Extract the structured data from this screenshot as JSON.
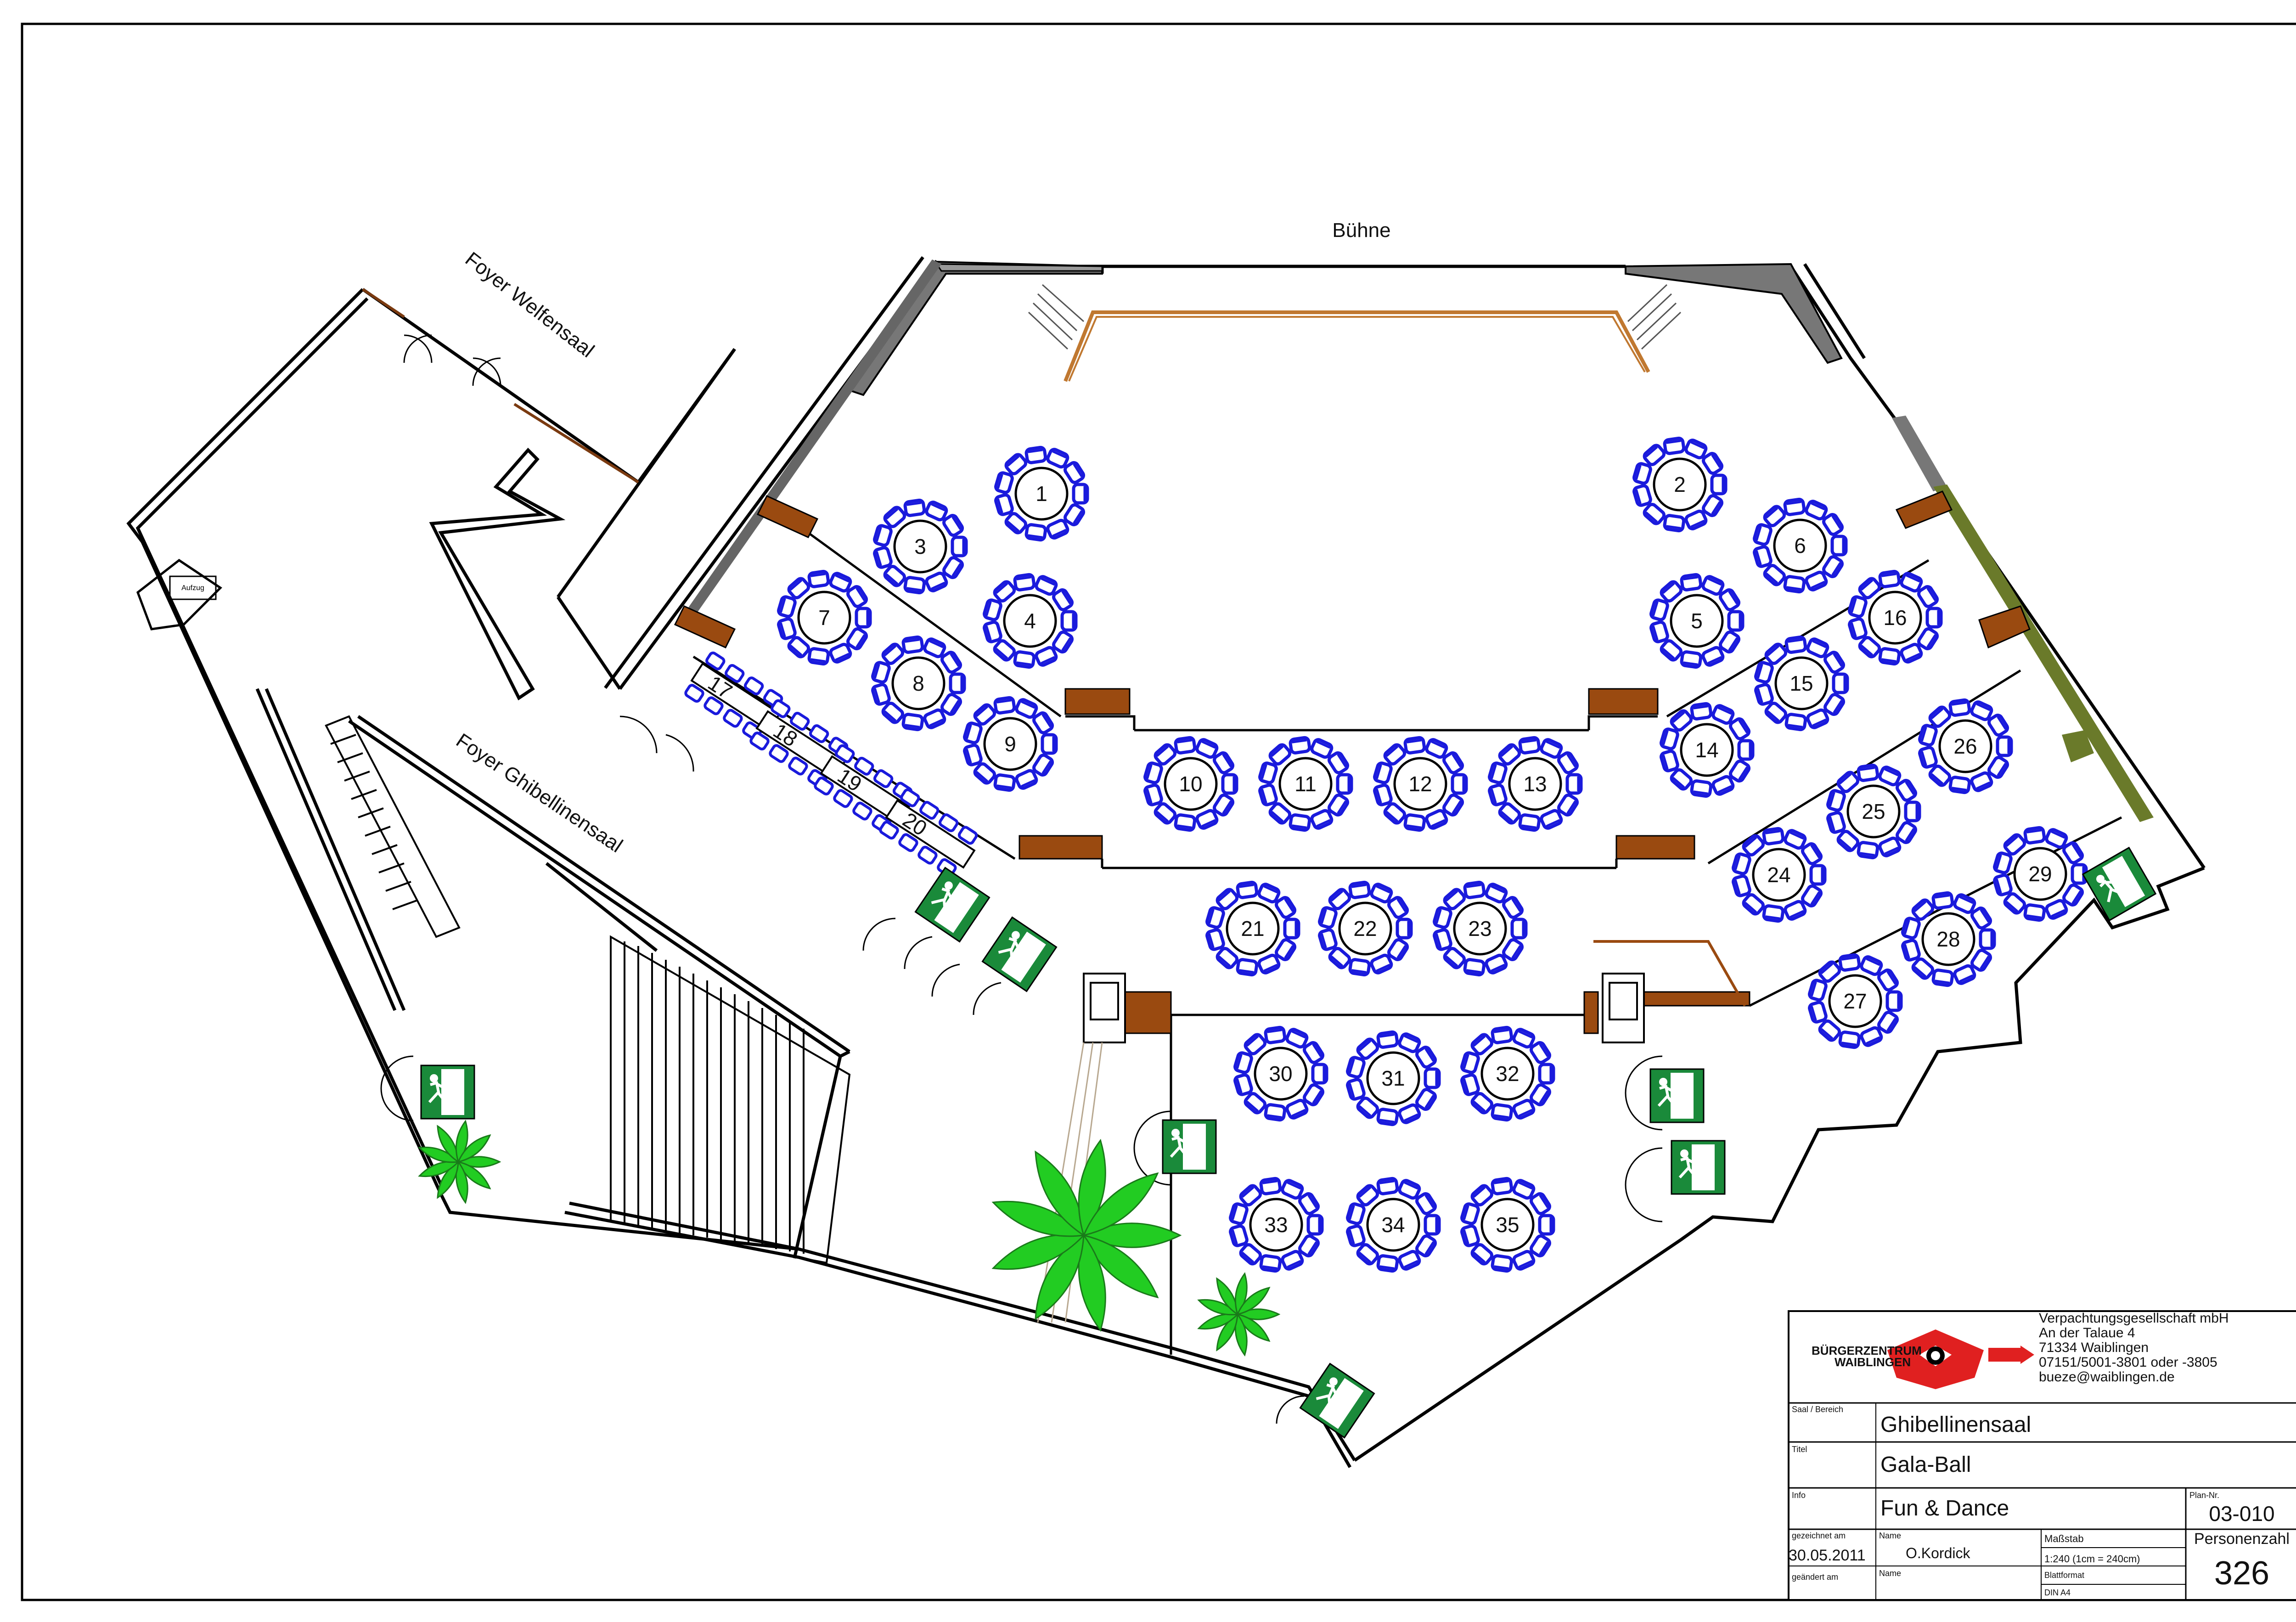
{
  "labels": {
    "stage": "Bühne",
    "foyer_welfen": "Foyer Welfensaal",
    "foyer_ghibellinen": "Foyer Ghibellinensaal",
    "aufzug": "Aufzug"
  },
  "tables": [
    {
      "id": "1"
    },
    {
      "id": "2"
    },
    {
      "id": "3"
    },
    {
      "id": "4"
    },
    {
      "id": "5"
    },
    {
      "id": "6"
    },
    {
      "id": "7"
    },
    {
      "id": "8"
    },
    {
      "id": "9"
    },
    {
      "id": "10"
    },
    {
      "id": "11"
    },
    {
      "id": "12"
    },
    {
      "id": "13"
    },
    {
      "id": "14"
    },
    {
      "id": "15"
    },
    {
      "id": "16"
    },
    {
      "id": "21"
    },
    {
      "id": "22"
    },
    {
      "id": "23"
    },
    {
      "id": "24"
    },
    {
      "id": "25"
    },
    {
      "id": "26"
    },
    {
      "id": "27"
    },
    {
      "id": "28"
    },
    {
      "id": "29"
    },
    {
      "id": "30"
    },
    {
      "id": "31"
    },
    {
      "id": "32"
    },
    {
      "id": "33"
    },
    {
      "id": "34"
    },
    {
      "id": "35"
    }
  ],
  "bench_tables": [
    {
      "id": "17"
    },
    {
      "id": "18"
    },
    {
      "id": "19"
    },
    {
      "id": "20"
    }
  ],
  "colors": {
    "chairs": "#1a1adc",
    "walls": "#000000",
    "stage_edge": "#c07830",
    "wood": "#9a4a10",
    "exit_sign": "#1a8a3a",
    "plant": "#22cc22",
    "logo_red": "#e02020",
    "wall_gray": "#666666",
    "olive": "#6a7a2a"
  },
  "icons": {
    "exit": "emergency-exit-sign-icon",
    "plant": "palm-plant-icon",
    "chair": "chair-icon",
    "logo": "buergerzentrum-logo-icon"
  },
  "title_block": {
    "logo_line1": "BÜRGERZENTRUM",
    "logo_line2": "WAIBLINGEN",
    "address": [
      "Verpachtungsgesellschaft mbH",
      "An der Talaue 4",
      "71334 Waiblingen",
      "07151/5001-3801 oder -3805",
      "bueze@waiblingen.de"
    ],
    "saal_label": "Saal / Bereich",
    "saal_value": "Ghibellinensaal",
    "titel_label": "Titel",
    "titel_value": "Gala-Ball",
    "info_label": "Info",
    "info_value": "Fun & Dance",
    "plan_nr_label": "Plan-Nr.",
    "plan_nr_value": "03-010",
    "gezeichnet_label": "gezeichnet am",
    "gezeichnet_value": "30.05.2011",
    "name_label": "Name",
    "name_value": "O.Kordick",
    "geaendert_label": "geändert am",
    "name2_label": "Name",
    "massstab_label": "Maßstab",
    "massstab_value": "1:240 (1cm = 240cm)",
    "blattformat_label": "Blattformat",
    "blattformat_value": "DIN A4",
    "personenzahl_label": "Personenzahl",
    "personenzahl_value": "326"
  }
}
